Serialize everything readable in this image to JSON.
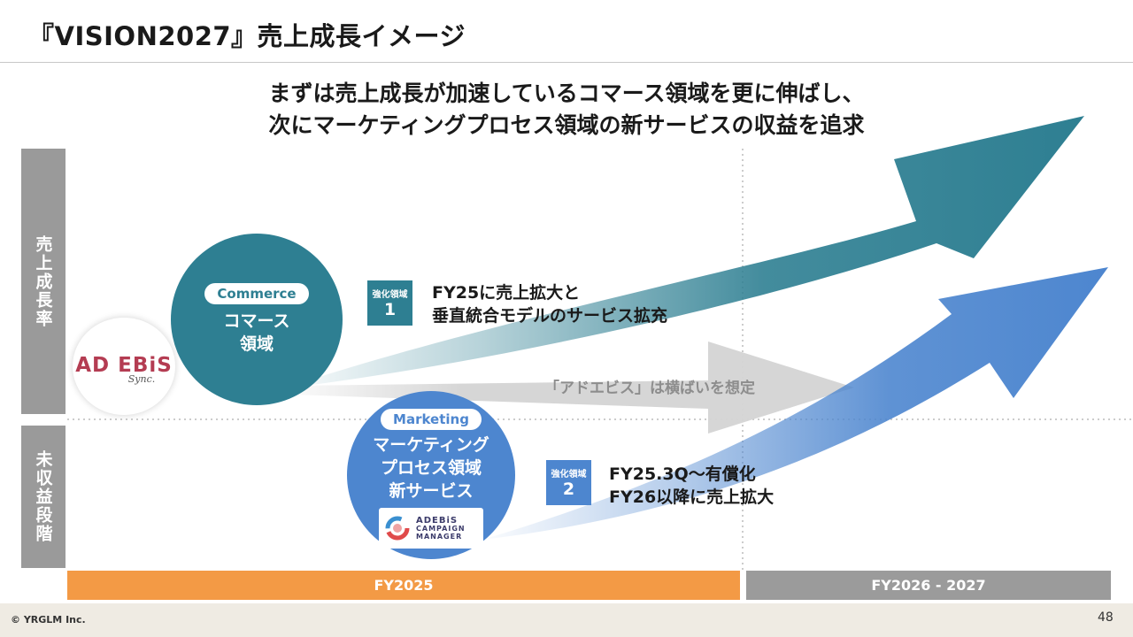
{
  "title": "『VISION2027』売上成長イメージ",
  "headline": {
    "line1": "まずは売上成長が加速しているコマース領域を更に伸ばし、",
    "line2": "次にマーケティングプロセス領域の新サービスの収益を追求"
  },
  "y_axis": {
    "top_label": "売上成長率",
    "bottom_label": "未収益段階"
  },
  "x_axis": {
    "period_1": "FY2025",
    "period_2": "FY2026 - 2027"
  },
  "adebis": {
    "logo_main": "AD EBiS",
    "logo_sub": "Sync."
  },
  "commerce": {
    "pill": "Commerce",
    "line1": "コマース",
    "line2": "領域"
  },
  "marketing": {
    "pill": "Marketing",
    "line1": "マーケティング",
    "line2": "プロセス領域",
    "line3": "新サービス",
    "logo_line1": "ADEBiS",
    "logo_line2": "CAMPAIGN",
    "logo_line3": "MANAGER"
  },
  "focus_1": {
    "badge_label": "強化領域",
    "badge_number": "1",
    "line1": "FY25に売上拡大と",
    "line2": "垂直統合モデルのサービス拡充"
  },
  "focus_2": {
    "badge_label": "強化領域",
    "badge_number": "2",
    "line1": "FY25.3Q～有償化",
    "line2": "FY26以降に売上拡大"
  },
  "flat_label": "「アドエビス」は横ばいを想定",
  "footer": {
    "copyright": "© YRGLM Inc.",
    "page_number": "48"
  },
  "colors": {
    "commerce_teal": "#2e7f92",
    "marketing_blue": "#4d86cf",
    "fy2025_orange": "#f39a45",
    "fy2026_gray": "#9b9b9b",
    "adebis_red": "#b43c52"
  }
}
